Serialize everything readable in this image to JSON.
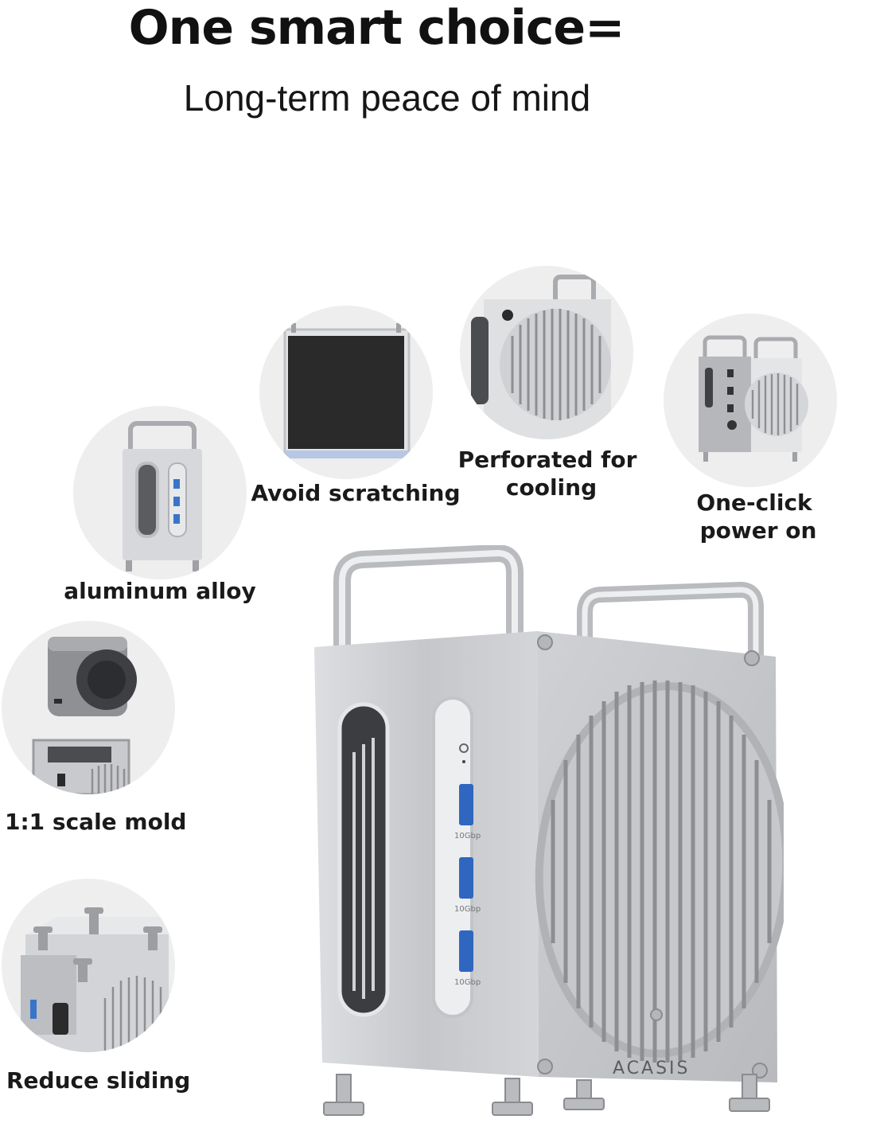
{
  "header": {
    "headline": "One smart choice=",
    "subheadline": "Long-term peace of mind"
  },
  "features": {
    "aluminum": {
      "label": "aluminum alloy",
      "icon": "case-side-ports-icon"
    },
    "scratch": {
      "label": "Avoid scratching",
      "icon": "case-top-panel-icon"
    },
    "cooling": {
      "label_line1": "Perforated for",
      "label_line2": "cooling",
      "icon": "vent-grille-icon"
    },
    "power": {
      "label_line1": "One-click",
      "label_line2": "power on",
      "icon": "power-button-icon"
    },
    "mold": {
      "label": "1:1 scale mold",
      "icon": "mini-pc-fit-icon"
    },
    "sliding": {
      "label": "Reduce sliding",
      "icon": "anti-slip-feet-icon"
    }
  },
  "product": {
    "brand": "ACASIS",
    "port_labels": [
      "10Gbp",
      "10Gbp",
      "10Gbp"
    ]
  },
  "colors": {
    "background": "#ffffff",
    "circle": "#eeeeee",
    "aluminum": "#c9cbce",
    "text": "#111111"
  }
}
